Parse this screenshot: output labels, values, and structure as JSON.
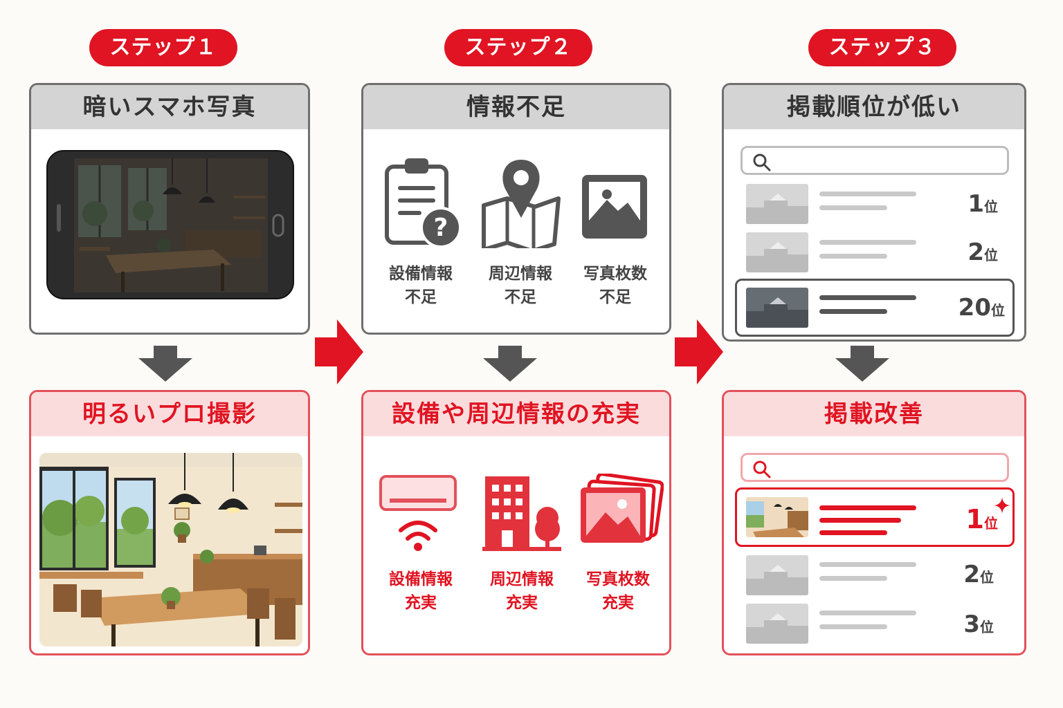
{
  "steps": [
    {
      "badge": "ステップ１",
      "before": {
        "title": "暗いスマホ写真"
      },
      "after": {
        "title": "明るいプロ撮影"
      }
    },
    {
      "badge": "ステップ２",
      "before": {
        "title": "情報不足",
        "items": [
          {
            "line1": "設備情報",
            "line2": "不足",
            "icon": "clipboard-question-icon"
          },
          {
            "line1": "周辺情報",
            "line2": "不足",
            "icon": "map-pin-icon"
          },
          {
            "line1": "写真枚数",
            "line2": "不足",
            "icon": "image-icon"
          }
        ]
      },
      "after": {
        "title": "設備や周辺情報の充実",
        "items": [
          {
            "line1": "設備情報",
            "line2": "充実",
            "icon": "air-conditioner-wifi-icon"
          },
          {
            "line1": "周辺情報",
            "line2": "充実",
            "icon": "building-tree-icon"
          },
          {
            "line1": "写真枚数",
            "line2": "充実",
            "icon": "photo-stack-icon"
          }
        ]
      }
    },
    {
      "badge": "ステップ３",
      "before": {
        "title": "掲載順位が低い",
        "ranks": [
          {
            "num": "1",
            "suffix": "位"
          },
          {
            "num": "2",
            "suffix": "位"
          },
          {
            "num": "20",
            "suffix": "位"
          }
        ]
      },
      "after": {
        "title": "掲載改善",
        "ranks": [
          {
            "num": "1",
            "suffix": "位"
          },
          {
            "num": "2",
            "suffix": "位"
          },
          {
            "num": "3",
            "suffix": "位"
          }
        ]
      }
    }
  ],
  "colors": {
    "accent": "#e01422",
    "gray_border": "#6f6f6f",
    "red_border": "#e2515a",
    "gray_header": "#d4d4d4",
    "red_header": "#fbdcdd",
    "arrow_gray": "#555555"
  },
  "icons": [
    "search-icon",
    "arrow-down-icon",
    "arrow-right-icon",
    "sparkle-icon"
  ]
}
